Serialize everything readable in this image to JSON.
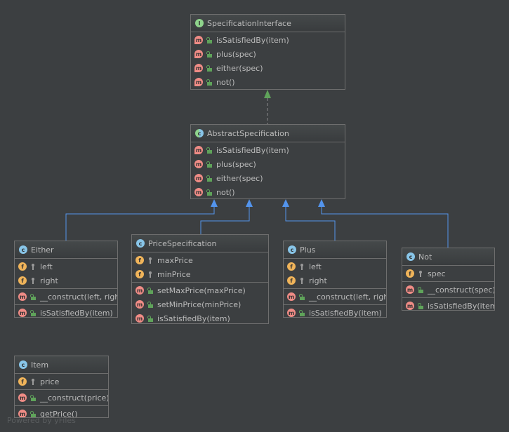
{
  "classes": {
    "spec_interface": {
      "kind": "interface",
      "name": "SpecificationInterface",
      "fields": [],
      "methods": [
        {
          "name": "isSatisfiedBy(item)",
          "icon": "abstract-method"
        },
        {
          "name": "plus(spec)",
          "icon": "abstract-method"
        },
        {
          "name": "either(spec)",
          "icon": "abstract-method"
        },
        {
          "name": "not()",
          "icon": "abstract-method"
        }
      ]
    },
    "abstract_spec": {
      "kind": "abstract-class",
      "name": "AbstractSpecification",
      "fields": [],
      "methods": [
        {
          "name": "isSatisfiedBy(item)",
          "icon": "abstract-method"
        },
        {
          "name": "plus(spec)",
          "icon": "method"
        },
        {
          "name": "either(spec)",
          "icon": "method"
        },
        {
          "name": "not()",
          "icon": "method"
        }
      ]
    },
    "either": {
      "kind": "class",
      "name": "Either",
      "fields": [
        "left",
        "right"
      ],
      "methods": [
        "__construct(left, right)",
        "isSatisfiedBy(item)"
      ]
    },
    "price_spec": {
      "kind": "class",
      "name": "PriceSpecification",
      "fields": [
        "maxPrice",
        "minPrice"
      ],
      "methods": [
        "setMaxPrice(maxPrice)",
        "setMinPrice(minPrice)",
        "isSatisfiedBy(item)"
      ]
    },
    "plus": {
      "kind": "class",
      "name": "Plus",
      "fields": [
        "left",
        "right"
      ],
      "methods": [
        "__construct(left, right)",
        "isSatisfiedBy(item)"
      ]
    },
    "not": {
      "kind": "class",
      "name": "Not",
      "fields": [
        "spec"
      ],
      "methods": [
        "__construct(spec)",
        "isSatisfiedBy(item)"
      ]
    },
    "item": {
      "kind": "class",
      "name": "Item",
      "fields": [
        "price"
      ],
      "methods": [
        "__construct(price)",
        "getPrice()"
      ]
    }
  },
  "relations": [
    {
      "from": "AbstractSpecification",
      "to": "SpecificationInterface",
      "type": "implements"
    },
    {
      "from": "Either",
      "to": "AbstractSpecification",
      "type": "extends"
    },
    {
      "from": "PriceSpecification",
      "to": "AbstractSpecification",
      "type": "extends"
    },
    {
      "from": "Plus",
      "to": "AbstractSpecification",
      "type": "extends"
    },
    {
      "from": "Not",
      "to": "AbstractSpecification",
      "type": "extends"
    }
  ],
  "colors": {
    "implements": "#5fa35a",
    "extends": "#5394ec",
    "background": "#3c3f41"
  },
  "footer": "Powered by yFiles"
}
